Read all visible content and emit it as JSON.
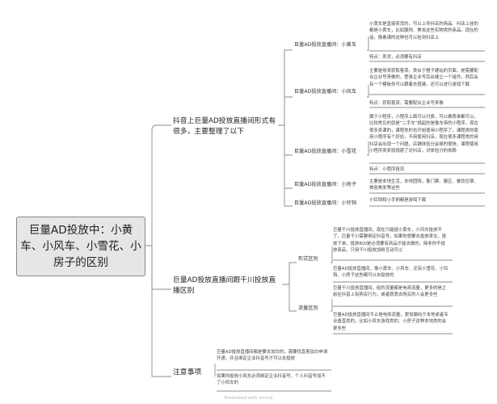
{
  "root": {
    "label": "巨量AD投放中：小黄车、小风车、小雪花、小房子的区别"
  },
  "branches": [
    {
      "label": "抖音上巨量AD投放直播间形式有很多，主要整理了以下",
      "children": [
        {
          "label": "巨量AD投放直播间：小黄车",
          "notes": [
            "小黄车是直接卖货的，可以上传抖店的商品、抖店上挂的都是小黄车，比如服饰、美妆这些实物类的商品。现在的话，像素课的这种也可以挂到抖店上",
            "特点：卖货，必须要有抖店"
          ]
        },
        {
          "label": "巨量AD投放直播间：小风车",
          "notes": [
            "主要是用来获取客资，类似于橙子建站的页面，是需要配合企业号来做的，登录企业号后台建立一个组件，然后会有一个模板你可以跟着去搭建，还可以进行游戏下载",
            "特点：获取客资，需要配合企业号来做"
          ]
        },
        {
          "label": "巨量AD投放直播间：小雪花",
          "notes": [
            "属于小程序，小程序上面可以付费，可以做表单都可以，比较常见的就是“二手车”挑起的是像车帝的小程序，现在很多卖课的，课程类的也开始使用小程序了，课程类的使用小程序有个好处，不用使用抖店，现在很多课程类的用抖店会出现一个问题，店铺体验分会掉的很快，课程使用小程序类卖就规避了对抖店，对体验分的依赖",
            "特点：小程序投流"
          ]
        },
        {
          "label": "巨量AD投放直播间：小房子",
          "notes": [
            "主要是本地生活，本地团购，像门票、展区、餐饮住宿、美容美发等这些"
          ]
        },
        {
          "label": "巨量AD投放直播间：小铃铛",
          "notes": [
            "小铃铛和小手柄都是游戏下载"
          ]
        }
      ]
    },
    {
      "label": "巨量AD投放直播间跟千川投放直播区别",
      "children": [
        {
          "label": "形式区别",
          "notes": [
            "巨量千川投放直播间，现在只能投小黄车，小风车投放不了，巨量千川需要绑定抖音号，如果你想要去投放来交，投放下单，投放ROI是必须要有商品才能去做的，除非你不投放商品，只用千川投放加粉互动可以",
            "巨量AD投放直播间，像小黄车、小风车、还有小雪花、小铃铛、小房子这些都可以去投放的"
          ]
        },
        {
          "label": "流量区别",
          "notes": [
            "巨量千川投放直播间，给的流量都是电商流量，更多的是之前在抖音上有购买行为，或者愿意去购买的人会更多些",
            "巨量AD投放直播间不止是电商流量，更加偏向于本地或者专业垂直类的，比如小风车游戏类的、小房子这种本地类的会更多些"
          ]
        }
      ]
    },
    {
      "label": "注意事项",
      "notes": [
        "巨量AD投放直播间都是要去加白的，需要找直客加白申请开通，并且绑定企业抖音号才可以去投放",
        "如果你投放小风车必须绑定企业抖音号，个人抖音号加不了小风车的"
      ]
    }
  ],
  "watermark": "Presented with xmind"
}
